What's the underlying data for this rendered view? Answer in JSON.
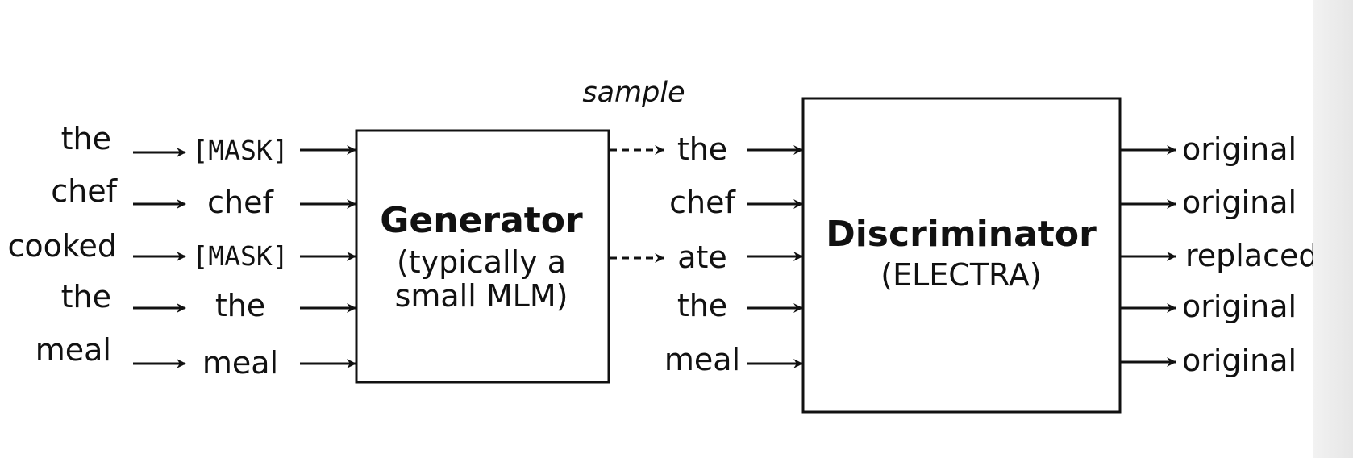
{
  "input_tokens": [
    "the",
    "chef",
    "cooked",
    "the",
    "meal"
  ],
  "masked_tokens": [
    "[MASK]",
    "chef",
    "[MASK]",
    "the",
    "meal"
  ],
  "generator": {
    "title": "Generator",
    "subtitle_line1": "(typically a",
    "subtitle_line2": "small MLM)"
  },
  "sample_label": "sample",
  "sampled_tokens": [
    "the",
    "chef",
    "ate",
    "the",
    "meal"
  ],
  "discriminator": {
    "title": "Discriminator",
    "subtitle": "(ELECTRA)"
  },
  "outputs": [
    "original",
    "original",
    "replaced",
    "original",
    "original"
  ]
}
